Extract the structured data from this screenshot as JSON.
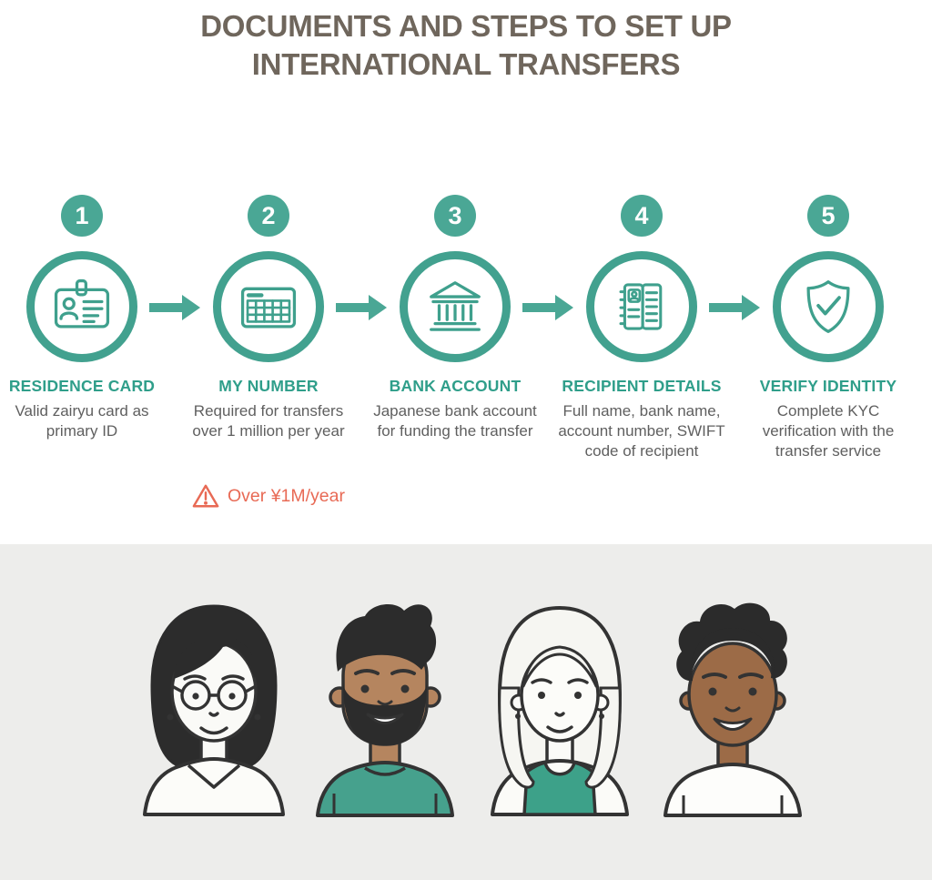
{
  "title": {
    "line1": "DOCUMENTS AND STEPS TO SET UP",
    "line2": "INTERNATIONAL TRANSFERS"
  },
  "steps": [
    {
      "number": "1",
      "icon": "id-card-icon",
      "title": "RESIDENCE CARD",
      "description": "Valid zairyu card as primary ID"
    },
    {
      "number": "2",
      "icon": "my-number-card-icon",
      "title": "MY NUMBER",
      "description": "Required for transfers over 1 million per year"
    },
    {
      "number": "3",
      "icon": "bank-building-icon",
      "title": "BANK ACCOUNT",
      "description": "Japanese bank account for funding the transfer"
    },
    {
      "number": "4",
      "icon": "address-book-icon",
      "title": "RECIPIENT DETAILS",
      "description": "Full name, bank name, account number, SWIFT code of recipient"
    },
    {
      "number": "5",
      "icon": "shield-check-icon",
      "title": "VERIFY IDENTITY",
      "description": "Complete KYC verification with the transfer service"
    }
  ],
  "warning": {
    "icon": "warning-triangle-icon",
    "text": "Over ¥1M/year",
    "color": "#e86a55"
  },
  "colors": {
    "title_text": "#6f665c",
    "teal_icon": "#3fa08d",
    "teal_badge": "#4aa795",
    "teal_heading": "#2f9e8a",
    "description_gray": "#5f5f5f",
    "section_background": "#ededeb",
    "shirt_teal": "#46a18d"
  },
  "illustration": {
    "people": [
      {
        "label": "woman with black bob haircut and glasses, white collared shirt"
      },
      {
        "label": "man with dark hair and full beard, teal shirt"
      },
      {
        "label": "woman with white hair, teal tank top"
      },
      {
        "label": "man with curly hair, white t-shirt"
      }
    ]
  }
}
